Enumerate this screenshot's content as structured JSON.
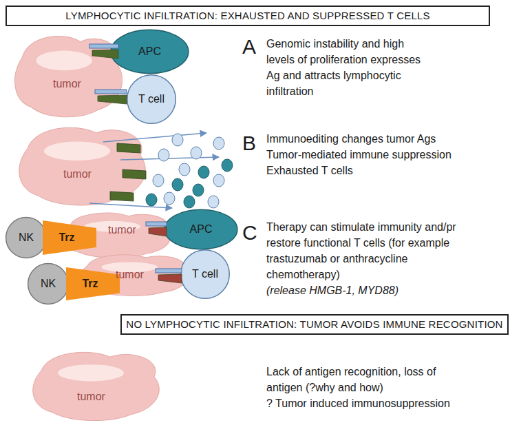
{
  "diagram": {
    "nodes": [
      {
        "text": [
          "LYMPHOCYTIC INFILTRATION: EXHAUSTED AND SUPPRESSED T CELLS"
        ]
      },
      {
        "text": [
          "tumor"
        ]
      },
      {
        "text": [
          "APC"
        ]
      },
      {
        "text": [
          "T cell"
        ]
      },
      {
        "text": [
          "tumor"
        ]
      },
      {
        "text": [
          "tumor"
        ]
      },
      {
        "text": [
          "APC"
        ]
      },
      {
        "text": [
          "tumor"
        ]
      },
      {
        "text": [
          "T cell"
        ]
      },
      {
        "text": [
          "NK"
        ]
      },
      {
        "text": [
          "Trz"
        ]
      },
      {
        "text": [
          "NK"
        ]
      },
      {
        "text": [
          "Trz"
        ]
      },
      {
        "text": [
          "NO LYMPHOCYTIC INFILTRATION: TUMOR AVOIDS IMMUNE RECOGNITION"
        ]
      },
      {
        "text": [
          "tumor"
        ]
      }
    ],
    "labels": [
      "A",
      "Genomic instability and high levels of proliferation expresses Ag and attracts lymphocytic infiltration",
      "B",
      "Immunoediting changes tumor Ags",
      "Tumor-mediated immune suppression",
      "Exhausted T cells",
      "C",
      "Therapy can stimulate immunity and/pr restore functional T cells (for example trastuzumab or anthracycline chemotherapy)",
      "(release HMGB-1, MYD88)",
      "Lack of antigen recognition, loss of antigen (?why and how)",
      "? Tumor induced immunosuppression"
    ]
  }
}
